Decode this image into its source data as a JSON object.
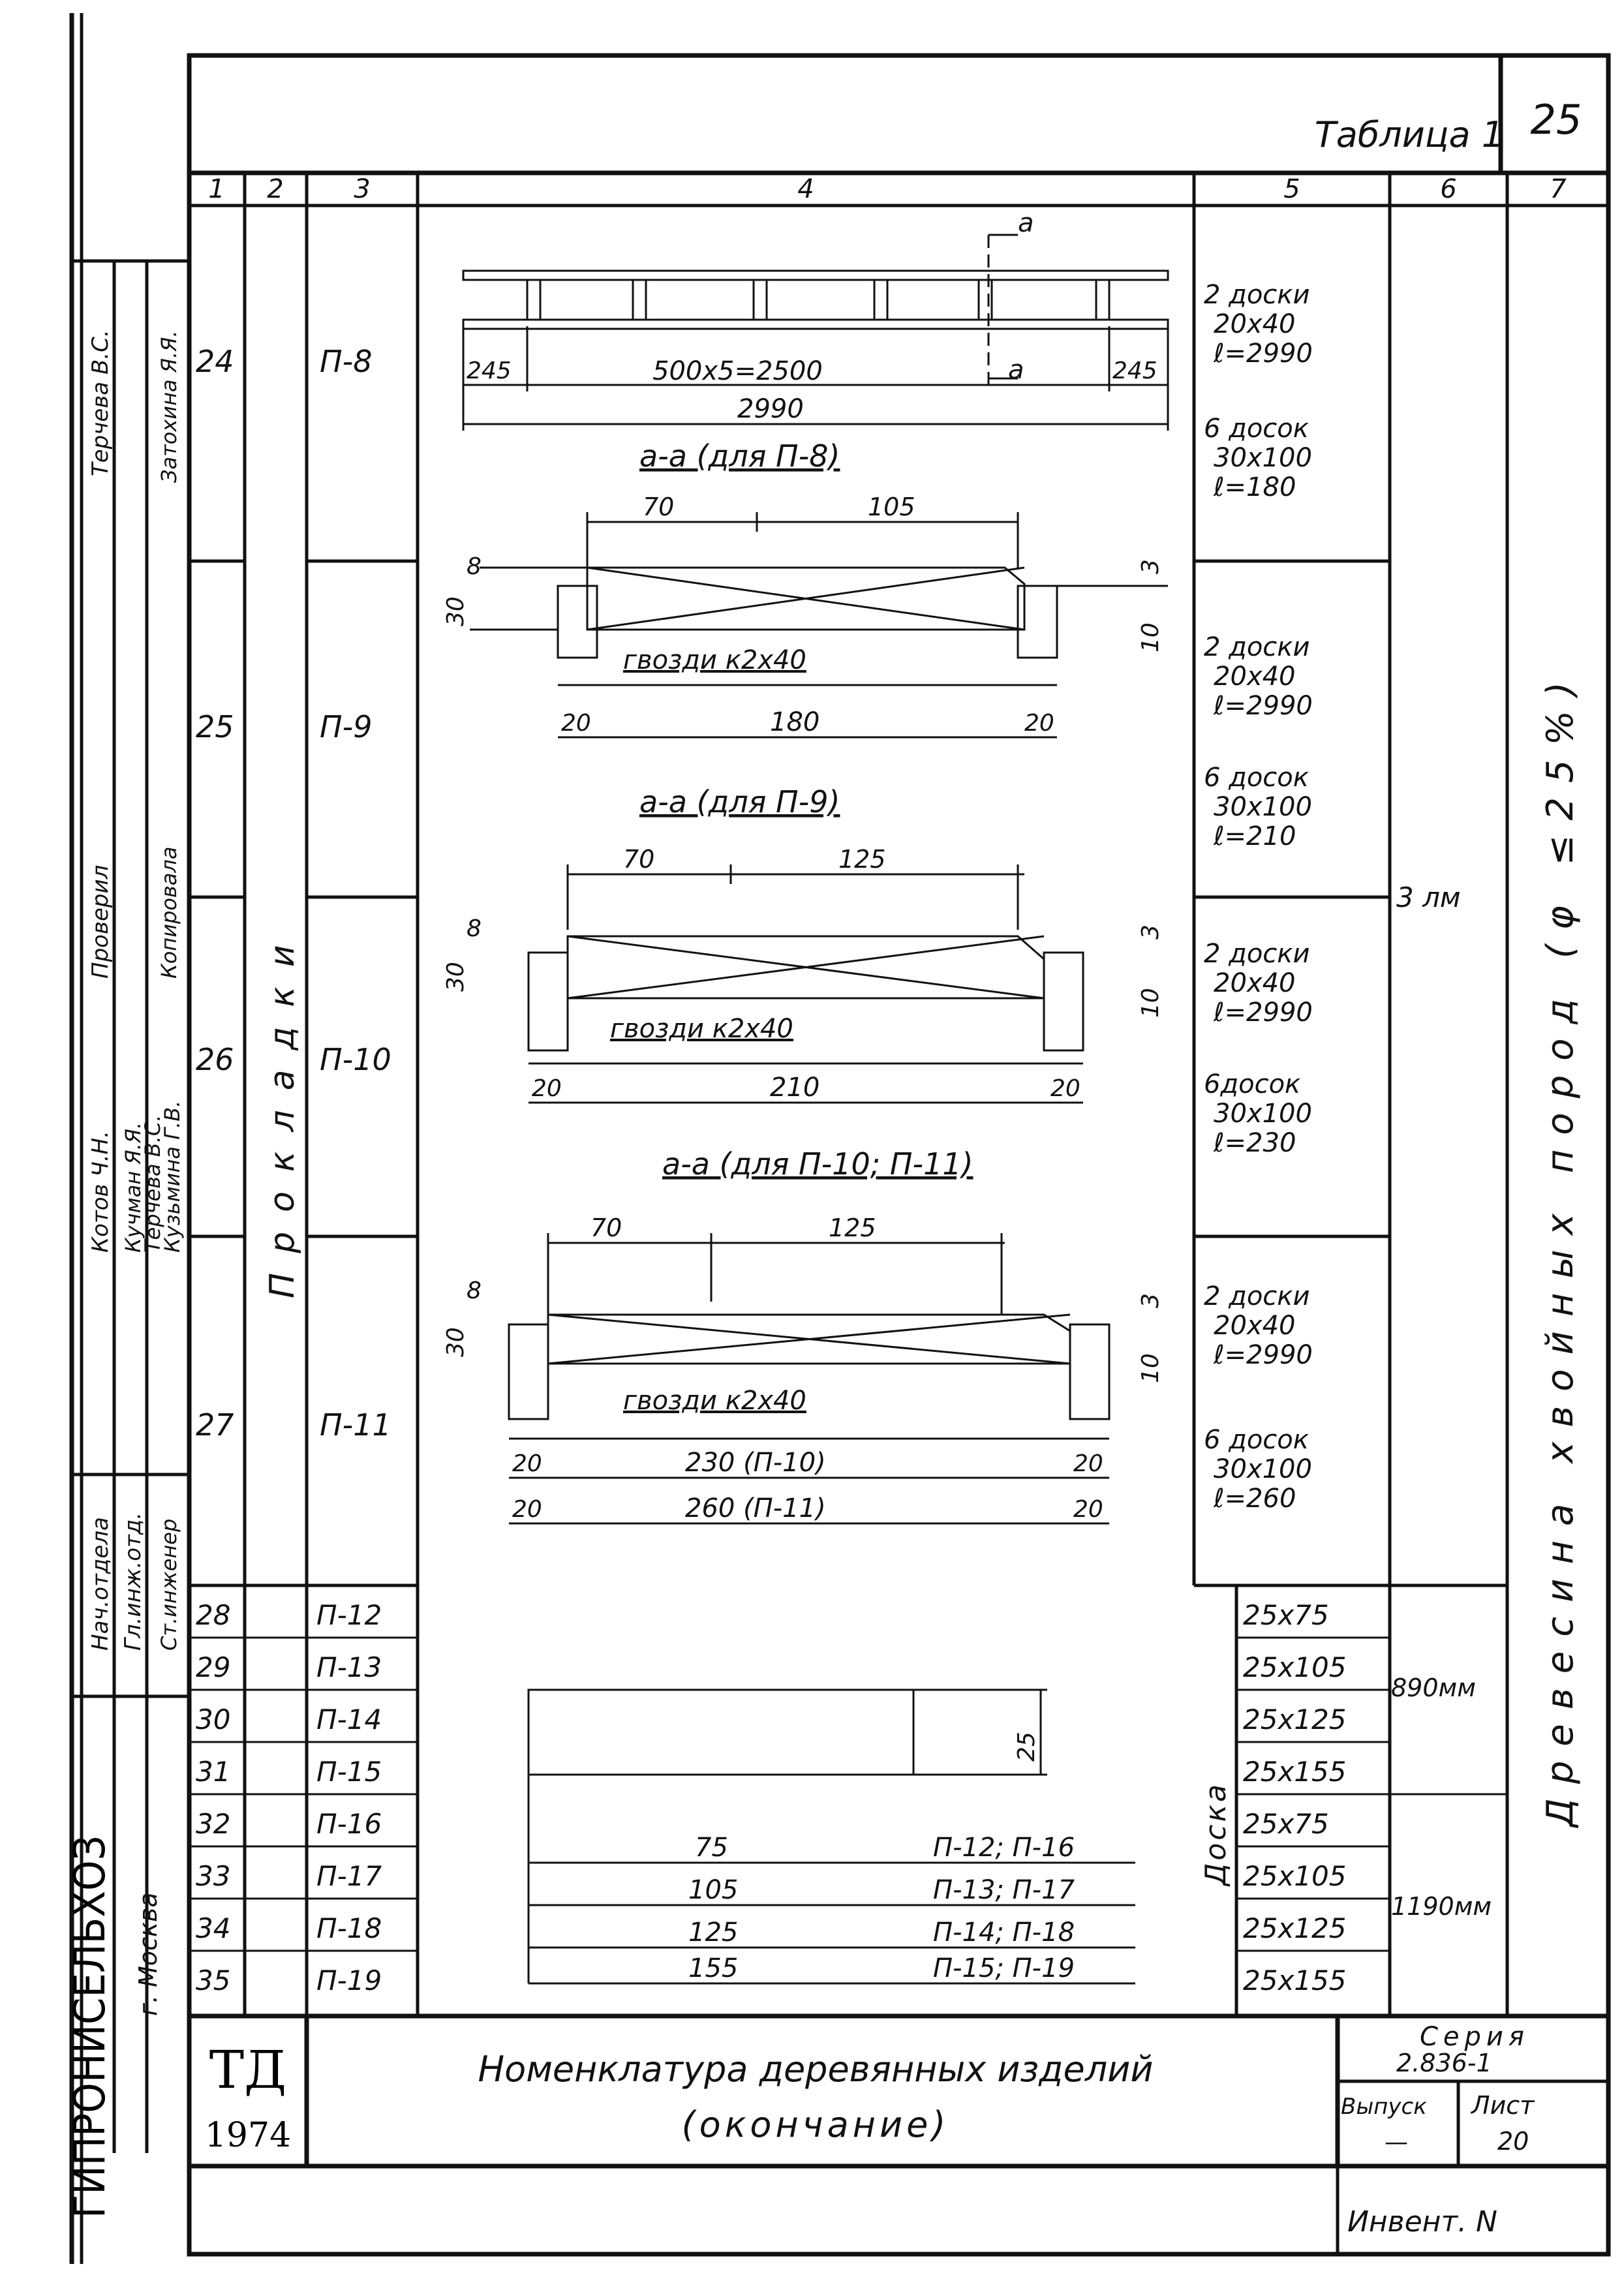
{
  "sheet_number": "25",
  "table_label": "Таблица 1",
  "column_numbers": [
    "1",
    "2",
    "3",
    "4",
    "5",
    "6",
    "7"
  ],
  "rows": [
    {
      "num": "24",
      "mark": "П-8"
    },
    {
      "num": "25",
      "mark": "П-9"
    },
    {
      "num": "26",
      "mark": "П-10"
    },
    {
      "num": "27",
      "mark": "П-11"
    }
  ],
  "small_rows": [
    {
      "num": "28",
      "mark": "П-12",
      "size": "25х75"
    },
    {
      "num": "29",
      "mark": "П-13",
      "size": "25х105"
    },
    {
      "num": "30",
      "mark": "П-14",
      "size": "25х125"
    },
    {
      "num": "31",
      "mark": "П-15",
      "size": "25х155"
    },
    {
      "num": "32",
      "mark": "П-16",
      "size": "25х75"
    },
    {
      "num": "33",
      "mark": "П-17",
      "size": "25х105"
    },
    {
      "num": "34",
      "mark": "П-18",
      "size": "25х125"
    },
    {
      "num": "35",
      "mark": "П-19",
      "size": "25х155"
    }
  ],
  "col2_label": "Прокладки",
  "col7_label": "Древесина хвойных пород (φ ≤25%)",
  "col6_main": "3 лм",
  "col6_890": "890мм",
  "col6_1190": "1190мм",
  "col5_small_label": "Доска",
  "spec": {
    "p8": [
      "2 доски",
      "20х40",
      "ℓ=2990",
      "6 досок",
      "30х100",
      "ℓ=180"
    ],
    "p9": [
      "2 доски",
      "20х40",
      "ℓ=2990",
      "6 досок",
      "30х100",
      "ℓ=210"
    ],
    "p10": [
      "2 доски",
      "20х40",
      "ℓ=2990",
      "6досок",
      "30х100",
      "ℓ=230"
    ],
    "p11": [
      "2 доски",
      "20х40",
      "ℓ=2990",
      "6 досок",
      "30х100",
      "ℓ=260"
    ]
  },
  "drawing": {
    "p8_dims": [
      "245",
      "500х5=2500",
      "245",
      "2990",
      "а",
      "а"
    ],
    "sec_p8_title": "а-а (для П-8)",
    "sec_p8_dims": [
      "70",
      "105",
      "8",
      "30",
      "3",
      "10",
      "20",
      "180",
      "20"
    ],
    "sec_p9_title": "а-а (для П-9)",
    "sec_p9_dims": [
      "70",
      "125",
      "8",
      "30",
      "3",
      "10",
      "20",
      "210",
      "20"
    ],
    "sec_p10_title": "а-а (для П-10; П-11)",
    "sec_p10_dims": [
      "70",
      "125",
      "8",
      "30",
      "3",
      "10",
      "20",
      "230 (П-10)",
      "20",
      "20",
      "260 (П-11)",
      "20"
    ],
    "nails": "гвозди к2х40",
    "board_height": "25",
    "board_rows": [
      {
        "w": "75",
        "marks": "П-12;  П-16"
      },
      {
        "w": "105",
        "marks": "П-13;  П-17"
      },
      {
        "w": "125",
        "marks": "П-14;  П-18"
      },
      {
        "w": "155",
        "marks": "П-15;  П-19"
      }
    ]
  },
  "title_block": {
    "org_left": "ТД",
    "year": "1974",
    "title_line1": "Номенклатура деревянных изделий",
    "title_line2": "(окончание)",
    "series_label": "Серия",
    "series_value": "2.836-1",
    "issue_label": "Выпуск",
    "issue_value": "—",
    "sheet_label": "Лист",
    "sheet_value": "20",
    "invent": "Инвент. N"
  },
  "side_stamp": {
    "org": "ГИПРОНИСЕЛЬХОЗ",
    "city": "г. Москва",
    "roles": [
      "Нач.отдела",
      "Гл.инж.отд.",
      "Котов Ч.Н.",
      "Проверил",
      "Терчева В.С."
    ],
    "names": [
      "Ст.инженер",
      "Кучман Я.Я.",
      "Терчева В.С.",
      "Копировала",
      "Затохина Я.Я.",
      "Кузьмина Г.В."
    ]
  }
}
